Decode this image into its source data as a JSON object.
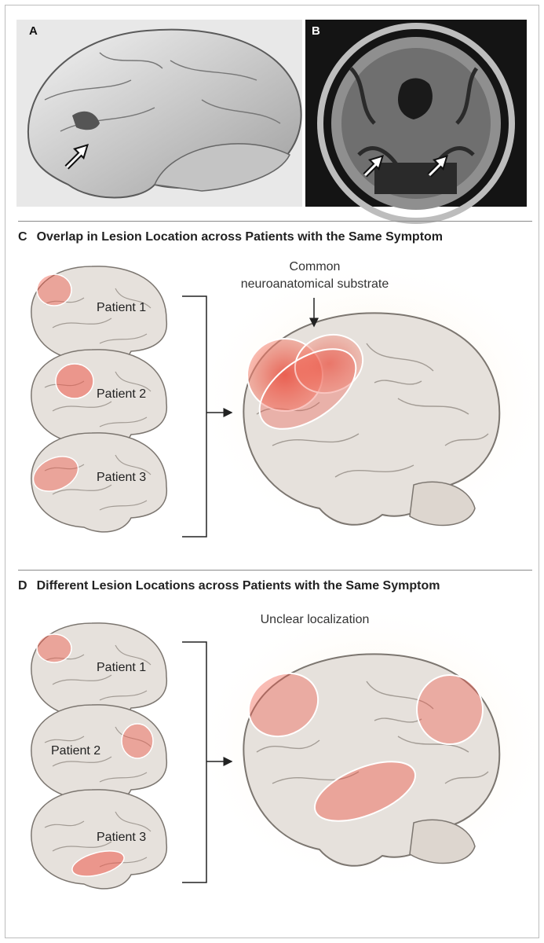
{
  "panels": {
    "a": {
      "label": "A"
    },
    "b": {
      "label": "B"
    },
    "c": {
      "letter": "C",
      "title": "Overlap in Lesion Location across Patients with the Same Symptom",
      "patients": [
        "Patient 1",
        "Patient 2",
        "Patient 3"
      ],
      "annotation_line1": "Common",
      "annotation_line2": "neuroanatomical substrate"
    },
    "d": {
      "letter": "D",
      "title": "Different Lesion Locations across Patients with the Same Symptom",
      "patients": [
        "Patient 1",
        "Patient 2",
        "Patient 3"
      ],
      "annotation": "Unclear localization"
    }
  },
  "colors": {
    "brain_fill": "#e6e1dc",
    "brain_stroke": "#7c7670",
    "lesion": "#ef5a4a",
    "photo_bg": "#d9d9d9",
    "mri_bg": "#141414"
  }
}
